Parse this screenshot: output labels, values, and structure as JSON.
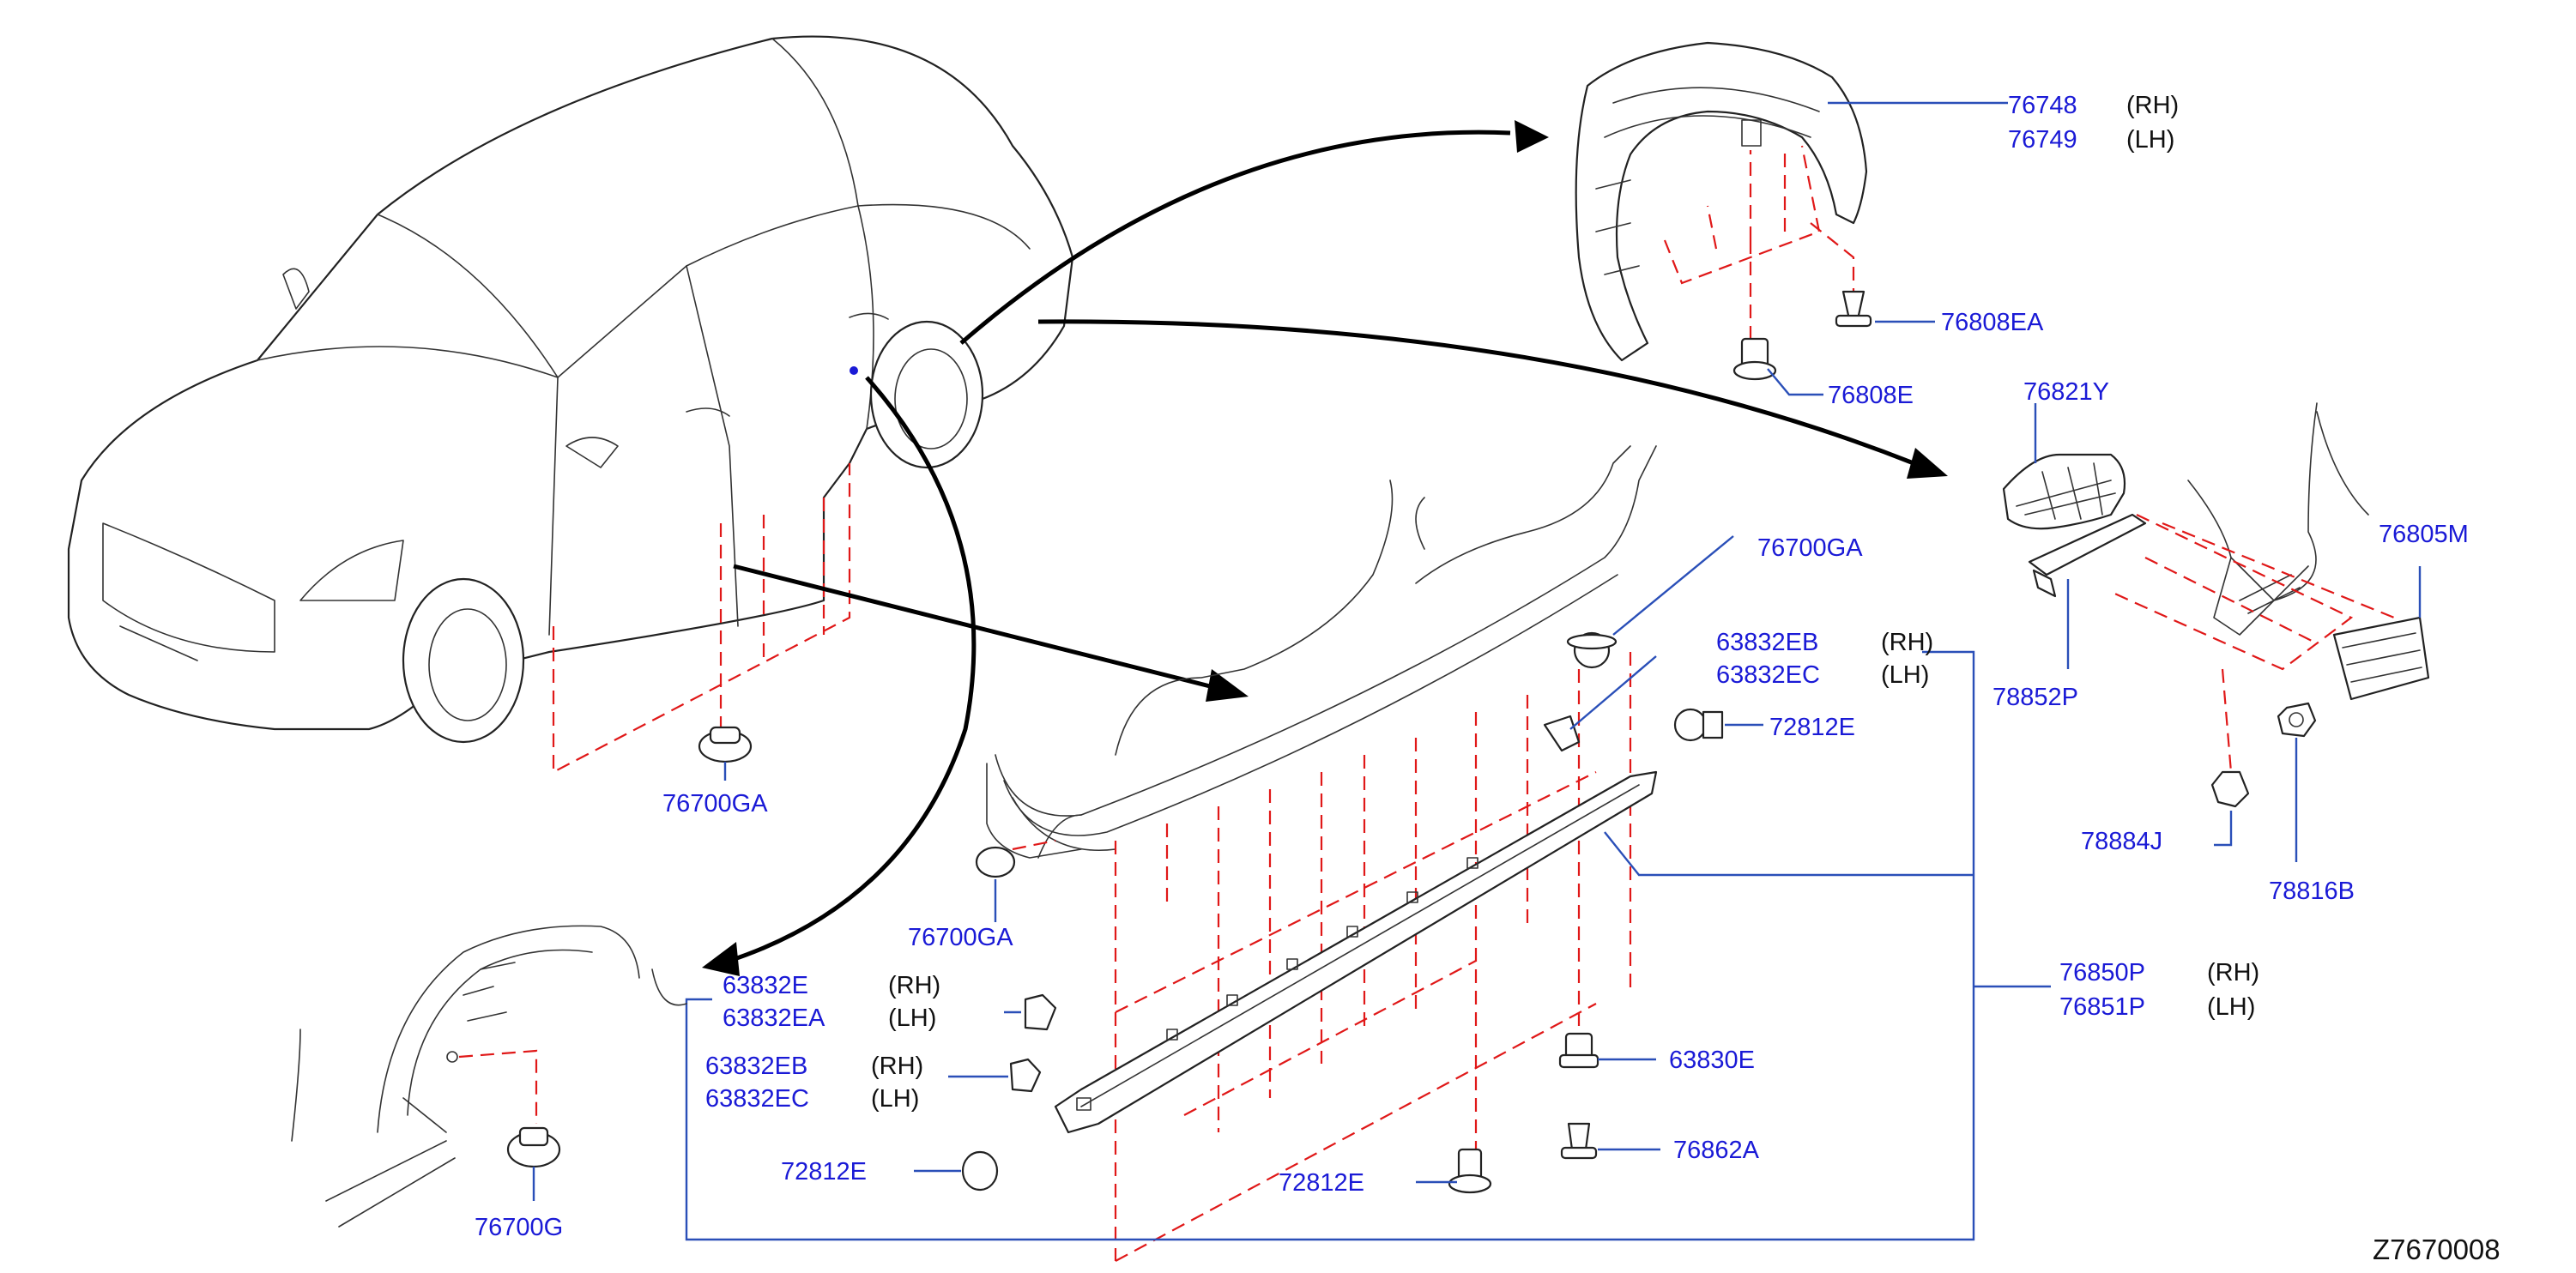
{
  "colors": {
    "label": "#1a1ad6",
    "leader": "#2a4fb8",
    "dash": "#e01818",
    "line": "#222222",
    "text": "#111111"
  },
  "labels": {
    "p76748": "76748",
    "p76748_side": "(RH)",
    "p76749": "76749",
    "p76749_side": "(LH)",
    "p76808EA": "76808EA",
    "p76808E": "76808E",
    "p76821Y": "76821Y",
    "p76805M": "76805M",
    "p78852P": "78852P",
    "p78884J": "78884J",
    "p78816B": "78816B",
    "p76700GA_a": "76700GA",
    "p76700GA_b": "76700GA",
    "p76700GA_c": "76700GA",
    "p63832EB_a": "63832EB",
    "p63832EB_a_side": "(RH)",
    "p63832EC_a": "63832EC",
    "p63832EC_a_side": "(LH)",
    "p72812E_a": "72812E",
    "p76850P": "76850P",
    "p76850P_side": "(RH)",
    "p76851P": "76851P",
    "p76851P_side": "(LH)",
    "p63832E": "63832E",
    "p63832E_side": "(RH)",
    "p63832EA": "63832EA",
    "p63832EA_side": "(LH)",
    "p63832EB_b": "63832EB",
    "p63832EB_b_side": "(RH)",
    "p63832EC_b": "63832EC",
    "p63832EC_b_side": "(LH)",
    "p72812E_b": "72812E",
    "p72812E_c": "72812E",
    "p63830E": "63830E",
    "p76862A": "76862A",
    "p76700G": "76700G"
  },
  "reference": "Z7670008"
}
